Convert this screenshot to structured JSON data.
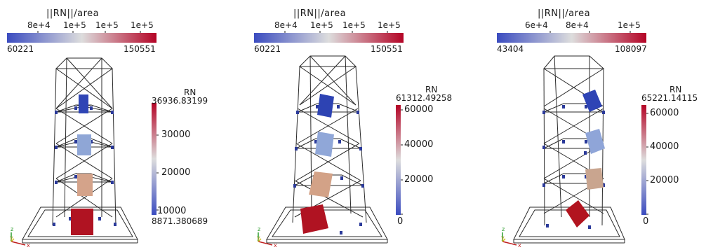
{
  "panels": [
    {
      "top_bar": {
        "title": "||RN||/area",
        "ticks": [
          "8e+4",
          "1e+5",
          "1e+5",
          "1e+5"
        ],
        "min_label": "60221",
        "max_label": "150551"
      },
      "rn_bar": {
        "title": "RN",
        "max_label": "36936.83199",
        "min_label": "8871.380689",
        "ticks": [
          "30000",
          "20000",
          "10000"
        ]
      }
    },
    {
      "top_bar": {
        "title": "||RN||/area",
        "ticks": [
          "8e+4",
          "1e+5",
          "1e+5",
          "1e+5"
        ],
        "min_label": "60221",
        "max_label": "150551"
      },
      "rn_bar": {
        "title": "RN",
        "max_label": "61312.49258",
        "ticks": [
          "60000",
          "40000",
          "20000",
          "0"
        ]
      }
    },
    {
      "top_bar": {
        "title": "||RN||/area",
        "ticks": [
          "6e+4",
          "8e+4",
          "1e+5"
        ],
        "min_label": "43404",
        "max_label": "108097"
      },
      "rn_bar": {
        "title": "RN",
        "max_label": "65221.14115",
        "ticks": [
          "60000",
          "40000",
          "20000",
          "0"
        ]
      }
    }
  ],
  "axes_triad": {
    "z": "z",
    "y": "y",
    "x": "x"
  },
  "colors": {
    "colormap_low": "#3b4cc0",
    "colormap_mid": "#dddddd",
    "colormap_high": "#b40426",
    "frame_lines": "#2a2a2a",
    "node_points": "#2b3a9a"
  }
}
